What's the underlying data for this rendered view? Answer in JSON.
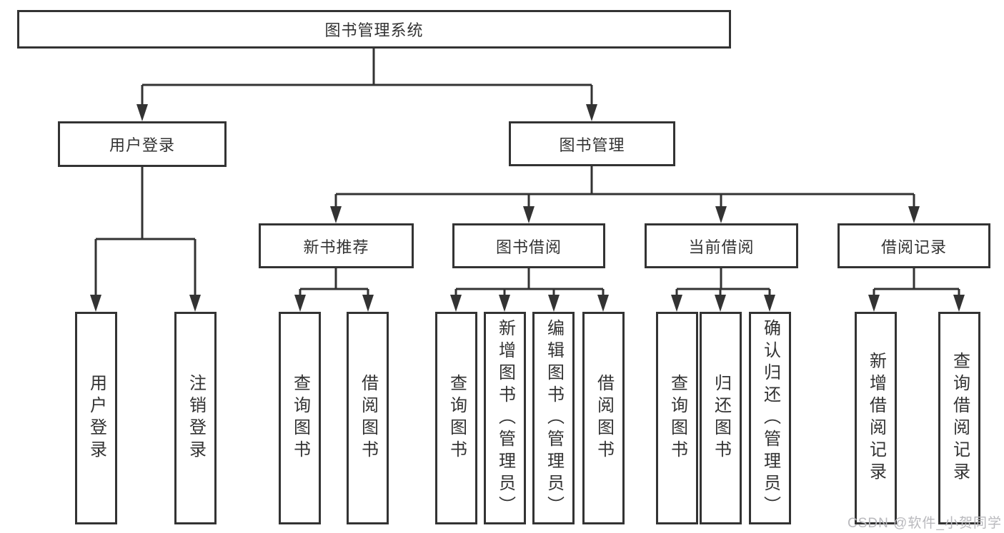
{
  "diagram": {
    "root": {
      "label": "图书管理系统"
    },
    "level2": [
      {
        "label": "用户登录"
      },
      {
        "label": "图书管理"
      }
    ],
    "level3": [
      {
        "label": "新书推荐"
      },
      {
        "label": "图书借阅"
      },
      {
        "label": "当前借阅"
      },
      {
        "label": "借阅记录"
      }
    ],
    "leaves": [
      {
        "label": "用户登录"
      },
      {
        "label": "注销登录"
      },
      {
        "label": "查询图书"
      },
      {
        "label": "借阅图书"
      },
      {
        "label": "查询图书"
      },
      {
        "label": "新增图书（管理员）"
      },
      {
        "label": "编辑图书（管理员）"
      },
      {
        "label": "借阅图书"
      },
      {
        "label": "查询图书"
      },
      {
        "label": "归还图书"
      },
      {
        "label": "确认归还（管理员）"
      },
      {
        "label": "新增借阅记录"
      },
      {
        "label": "查询借阅记录"
      }
    ]
  },
  "watermark": {
    "text": "CSDN @软件_小贺同学"
  },
  "colors": {
    "line": "#333333",
    "text": "#333333",
    "watermark": "#b9b9bd",
    "background": "#ffffff"
  }
}
